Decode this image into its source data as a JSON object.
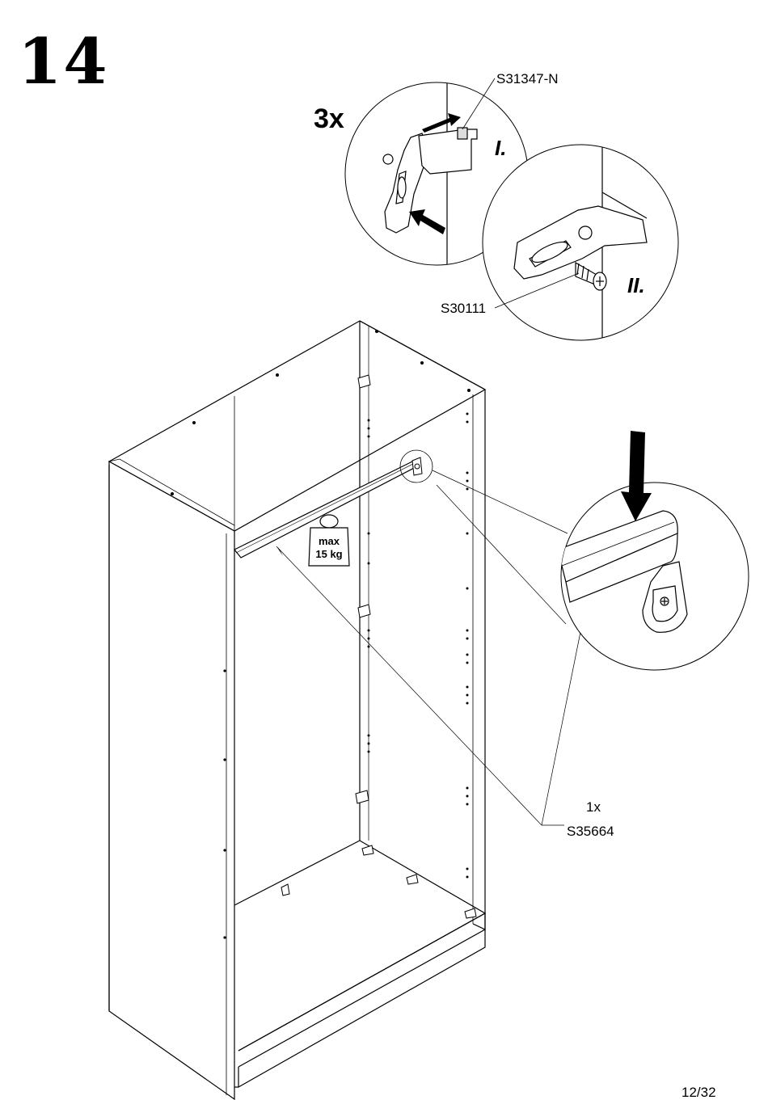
{
  "step_number": "14",
  "quantity_brackets": "3x",
  "part_bracket": "S31347-N",
  "part_screw": "S30111",
  "step_i": "I.",
  "step_ii": "II.",
  "weight_label_line1": "max",
  "weight_label_line2": "15 kg",
  "quantity_rail": "1x",
  "part_rail": "S35664",
  "page_number": "12/32"
}
